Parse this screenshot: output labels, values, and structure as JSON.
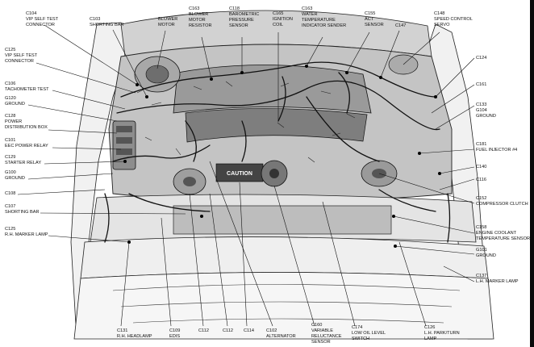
{
  "labels": {
    "c104": {
      "line1": "C104",
      "line2": "VIP SELF TEST",
      "line3": "CONNECTOR"
    },
    "c103": {
      "line1": "C103",
      "line2": "SHORTING BAR"
    },
    "blower_motor": {
      "line1": "BLOWER",
      "line2": "MOTOR"
    },
    "c163": {
      "line1": "C163",
      "line2": "BLOWER",
      "line3": "MOTOR",
      "line4": "RESISTOR"
    },
    "c118": {
      "line1": "C118",
      "line2": "BAROMETRIC",
      "line3": "PRESSURE",
      "line4": "SENSOR"
    },
    "c165": {
      "line1": "C165",
      "line2": "IGNITION",
      "line3": "COIL"
    },
    "c163b": {
      "line1": "C163",
      "line2": "WATER",
      "line3": "TEMPERATURE",
      "line4": "INDICATOR SENDER"
    },
    "c155": {
      "line1": "C155",
      "line2": "ACT",
      "line3": "SENSOR"
    },
    "c147": {
      "line1": "C147"
    },
    "c148": {
      "line1": "C148",
      "line2": "SPEED CONTROL",
      "line3": "SERVO"
    },
    "c125": {
      "line1": "C125",
      "line2": "VIP SELF TEST",
      "line3": "CONNECTOR"
    },
    "c106": {
      "line1": "C106",
      "line2": "TACHOMETER TEST"
    },
    "g120": {
      "line1": "G120",
      "line2": "GROUND"
    },
    "c128": {
      "line1": "C128",
      "line2": "POWER",
      "line3": "DISTRIBUTION BOX"
    },
    "c101": {
      "line1": "C101",
      "line2": "EEC POWER RELAY"
    },
    "c129": {
      "line1": "C129",
      "line2": "STARTER RELAY"
    },
    "g100": {
      "line1": "G100",
      "line2": "GROUND"
    },
    "c108": {
      "line1": "C108"
    },
    "c107": {
      "line1": "C107",
      "line2": "SHORTING BAR"
    },
    "c125b": {
      "line1": "C125",
      "line2": "R.H. MARKER LAMP"
    },
    "c124": {
      "line1": "C124"
    },
    "c161": {
      "line1": "C161"
    },
    "c133": {
      "line1": "C133",
      "line2": "G104",
      "line3": "GROUND"
    },
    "c181": {
      "line1": "C181",
      "line2": "FUEL INJECTOR #4"
    },
    "c140": {
      "line1": "C140"
    },
    "c116": {
      "line1": "C116"
    },
    "c152": {
      "line1": "C152",
      "line2": "COMPRESSOR CLUTCH"
    },
    "c158": {
      "line1": "C158",
      "line2": "ENGINE COOLANT",
      "line3": "TEMPERATURE SENSOR"
    },
    "g101": {
      "line1": "G101",
      "line2": "GROUND"
    },
    "c137": {
      "line1": "C137",
      "line2": "L.H. MARKER LAMP"
    },
    "c131": {
      "line1": "C131",
      "line2": "R.H. HEADLAMP"
    },
    "c109": {
      "line1": "C109",
      "line2": "EDIS"
    },
    "c112a": {
      "line1": "C112"
    },
    "c112b": {
      "line1": "C112"
    },
    "c114": {
      "line1": "C114"
    },
    "c102": {
      "line1": "C102",
      "line2": "ALTERNATOR"
    },
    "c160": {
      "line1": "C160",
      "line2": "VARIABLE",
      "line3": "RELUCTANCE",
      "line4": "SENSOR"
    },
    "c174": {
      "line1": "C174",
      "line2": "LOW OIL LEVEL",
      "line3": "SWITCH"
    },
    "c126": {
      "line1": "C126",
      "line2": "L.H. PARK/TURN",
      "line3": "LAMP"
    }
  },
  "engine": {
    "caution_plate": "CAUTION"
  },
  "colors": {
    "ink": "#111111",
    "paper": "#ffffff",
    "metal_light": "#e6e6e6",
    "metal_mid": "#b9b9b9",
    "metal_dark": "#333333"
  }
}
